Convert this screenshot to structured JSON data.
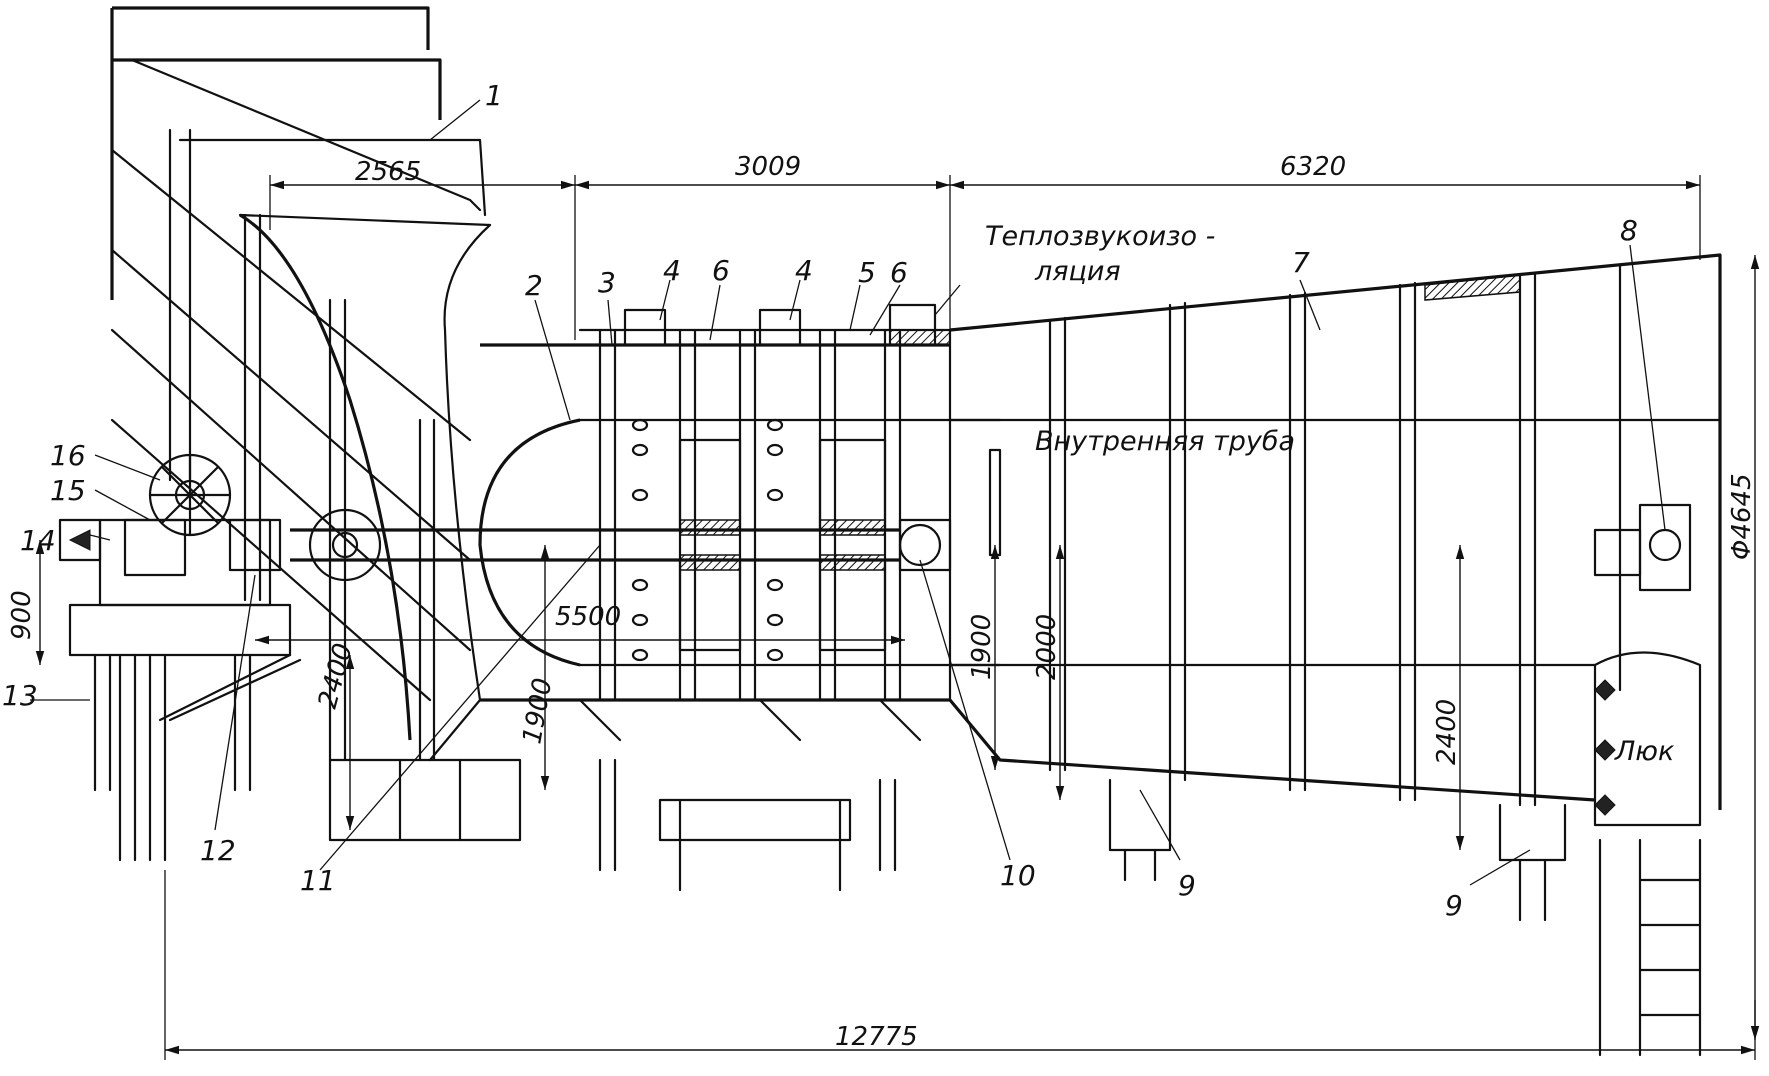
{
  "callouts": [
    "1",
    "2",
    "3",
    "4",
    "4",
    "5",
    "6",
    "6",
    "7",
    "8",
    "9",
    "9",
    "10",
    "11",
    "12",
    "13",
    "14",
    "15",
    "16"
  ],
  "dimensions": {
    "d2565": "2565",
    "d3009": "3009",
    "d6320": "6320",
    "d12775": "12775",
    "d900": "900",
    "d2400a": "2400",
    "d5500": "5500",
    "d1900a": "1900",
    "d1900b": "1900",
    "d2000": "2000",
    "d2400b": "2400",
    "dphi": "Φ4645"
  },
  "labels": {
    "insulation_line1": "Теплозвукоизо -",
    "insulation_line2": "ляция",
    "inner_pipe": "Внутренняя труба",
    "hatch": "Люк"
  }
}
